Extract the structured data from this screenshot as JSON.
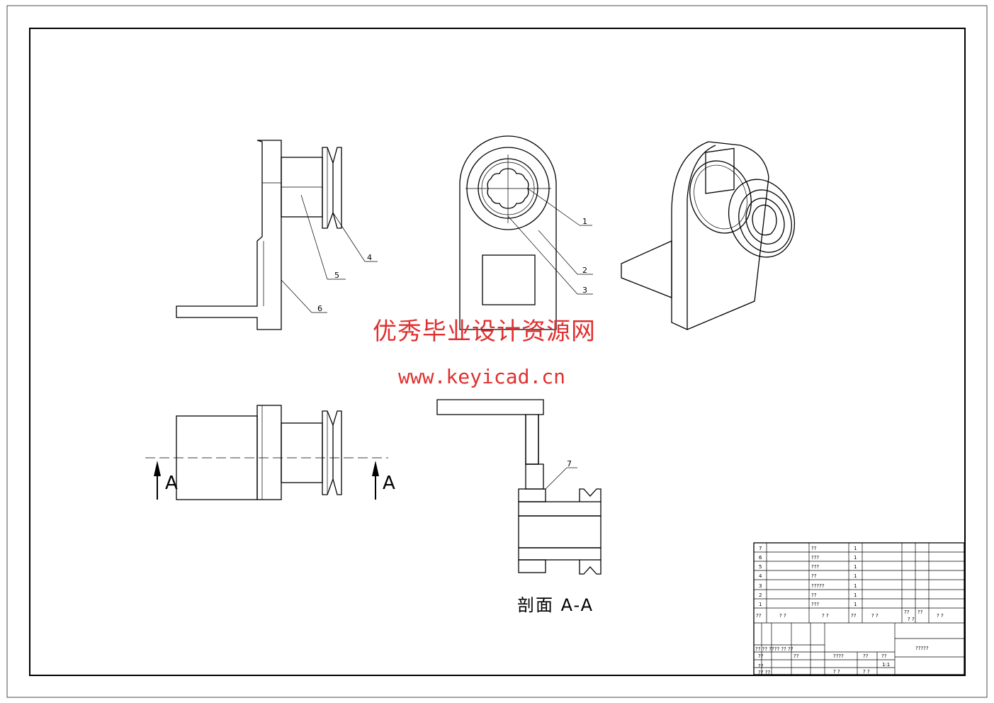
{
  "drawing": {
    "part_labels": [
      "1",
      "2",
      "3",
      "4",
      "5",
      "6",
      "7"
    ],
    "section_label": "剖面 A-A",
    "cut_marker": "A"
  },
  "watermark": {
    "cn_text": "优秀毕业设计资源网",
    "url_text": "www.keyicad.cn"
  },
  "parts_list": [
    {
      "no": "7",
      "name": "??",
      "qty": "1"
    },
    {
      "no": "6",
      "name": "???",
      "qty": "1"
    },
    {
      "no": "5",
      "name": "???",
      "qty": "1"
    },
    {
      "no": "4",
      "name": "??",
      "qty": "1"
    },
    {
      "no": "3",
      "name": "?????",
      "qty": "1"
    },
    {
      "no": "2",
      "name": "??",
      "qty": "1"
    },
    {
      "no": "1",
      "name": "???",
      "qty": "1"
    }
  ],
  "parts_header": [
    "??",
    "? ?",
    "? ?",
    "??",
    "? ?",
    "??",
    "??",
    "? ?",
    "? ?"
  ],
  "title_block": {
    "drawing_title": "?????",
    "row_marks": [
      "?? ?? ???? ?? ??",
      "??",
      "??",
      "??",
      "?? ??"
    ],
    "stage_cells": [
      "????",
      "??",
      "??",
      "1:1",
      "? ?",
      "? ?"
    ]
  },
  "colors": {
    "watermark": "#e03030",
    "lines": "#000000"
  }
}
